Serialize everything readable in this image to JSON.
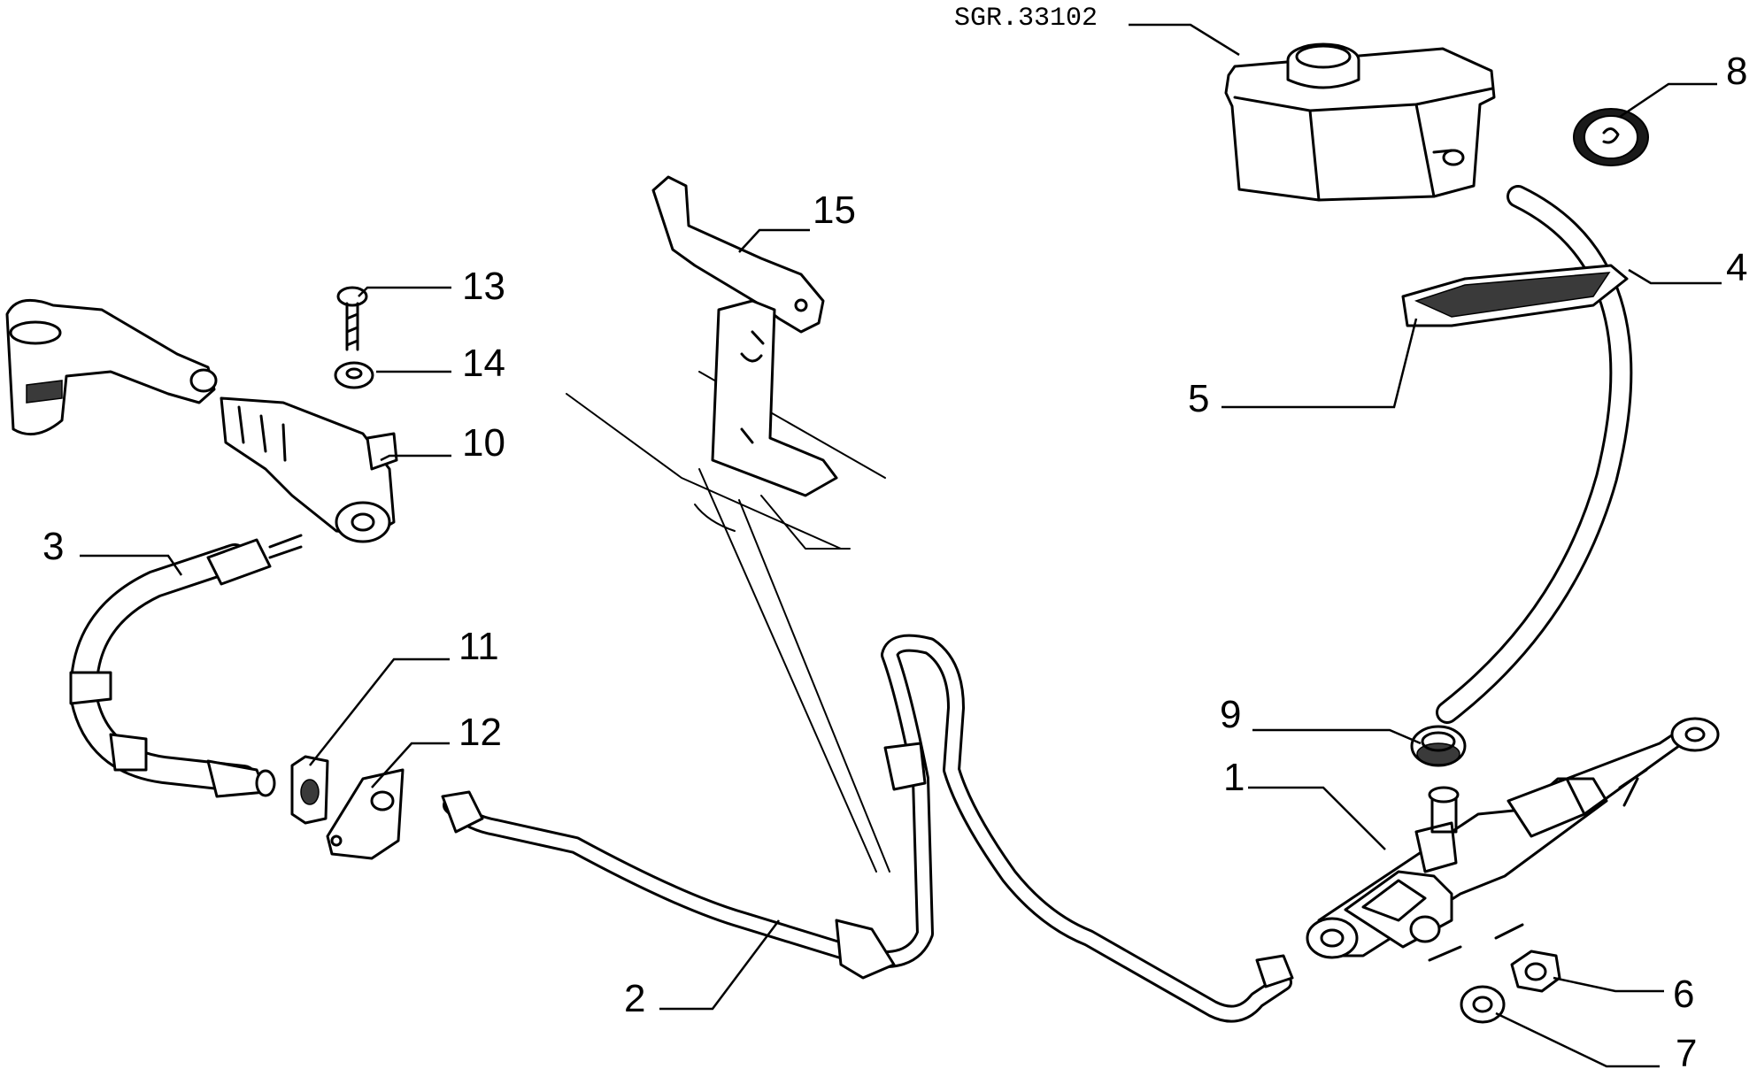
{
  "reference_code": "SGR.33102",
  "callouts": {
    "c1": "1",
    "c2": "2",
    "c3": "3",
    "c4": "4",
    "c5": "5",
    "c6": "6",
    "c7": "7",
    "c8": "8",
    "c9": "9",
    "c10": "10",
    "c11": "11",
    "c12": "12",
    "c13": "13",
    "c14": "14",
    "c15": "15"
  }
}
